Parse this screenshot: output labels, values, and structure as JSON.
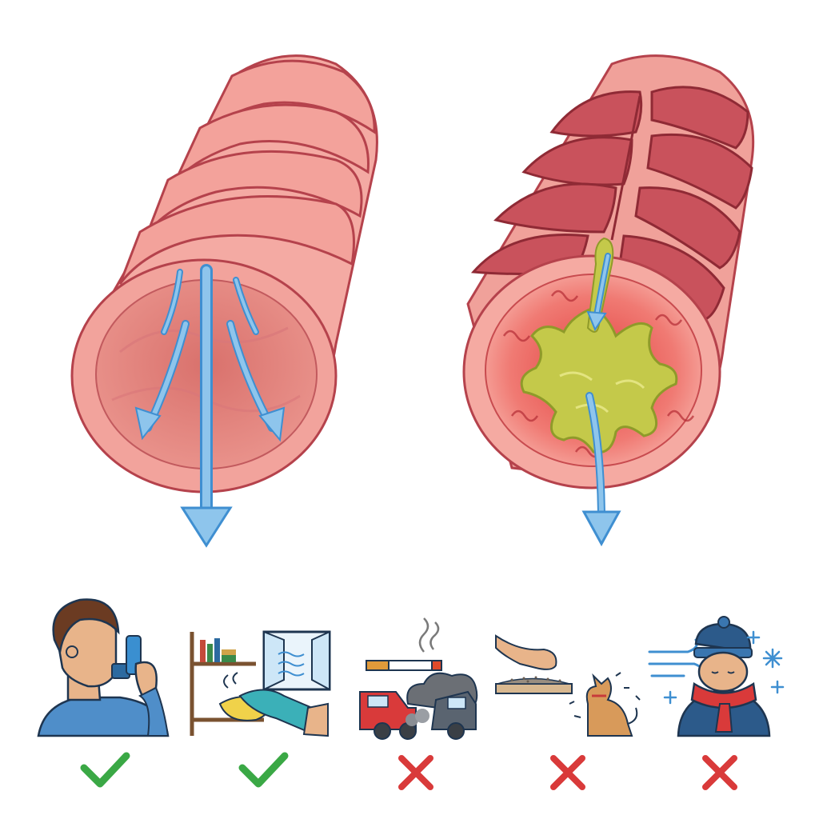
{
  "colors": {
    "tissue_light": "#f7b7b0",
    "tissue_mid": "#ef9b94",
    "tissue_dark": "#d86a6a",
    "outline": "#b5424c",
    "lumen": "#e77f78",
    "muscle": "#c9525c",
    "inflamed": "#ef5a55",
    "mucus": "#c4c94a",
    "mucus_dark": "#a3ad33",
    "airflow": "#8ec5ec",
    "airflow_outline": "#3f8fd1",
    "check": "#3aa845",
    "cross": "#d93a3a"
  },
  "panels": [
    {
      "name": "normal-airway",
      "state": "open"
    },
    {
      "name": "asthma-airway",
      "state": "constricted-with-mucus"
    }
  ],
  "icons": [
    {
      "name": "inhaler-use-icon",
      "verdict": "check"
    },
    {
      "name": "cleaning-ventilation-icon",
      "verdict": "check"
    },
    {
      "name": "smoke-pollution-icon",
      "verdict": "cross"
    },
    {
      "name": "dust-pet-dander-icon",
      "verdict": "cross"
    },
    {
      "name": "cold-air-icon",
      "verdict": "cross"
    }
  ]
}
